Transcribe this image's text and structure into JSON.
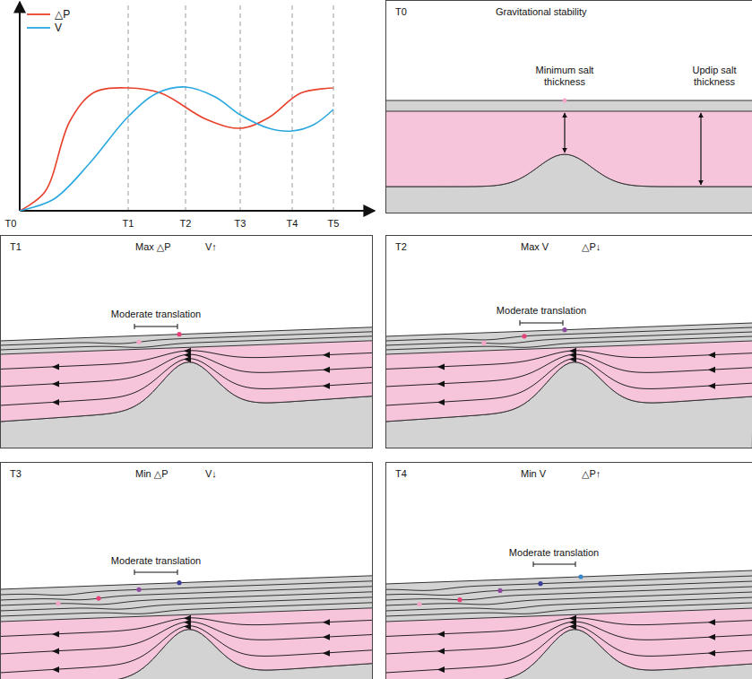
{
  "diagram": {
    "nodes": [
      {
        "text": [
          "T0",
          "Gravitational stability"
        ]
      },
      {
        "text": [
          "T1",
          "Max △P",
          "V↑"
        ]
      },
      {
        "text": [
          "T2",
          "Max V",
          "△P↓"
        ]
      },
      {
        "text": [
          "T3",
          "Min △P",
          "V↓"
        ]
      },
      {
        "text": [
          "T4",
          "Min V",
          "△P↑"
        ]
      }
    ],
    "labels": [
      "T0",
      "T1",
      "T2",
      "T3",
      "T4",
      "T5",
      "Minimum salt thickness",
      "Updip salt thickness",
      "Moderate translation",
      "Moderate translation",
      "Moderate translation",
      "Moderate translation"
    ],
    "legend": [
      {
        "text": "△P"
      },
      {
        "text": "V"
      }
    ]
  }
}
